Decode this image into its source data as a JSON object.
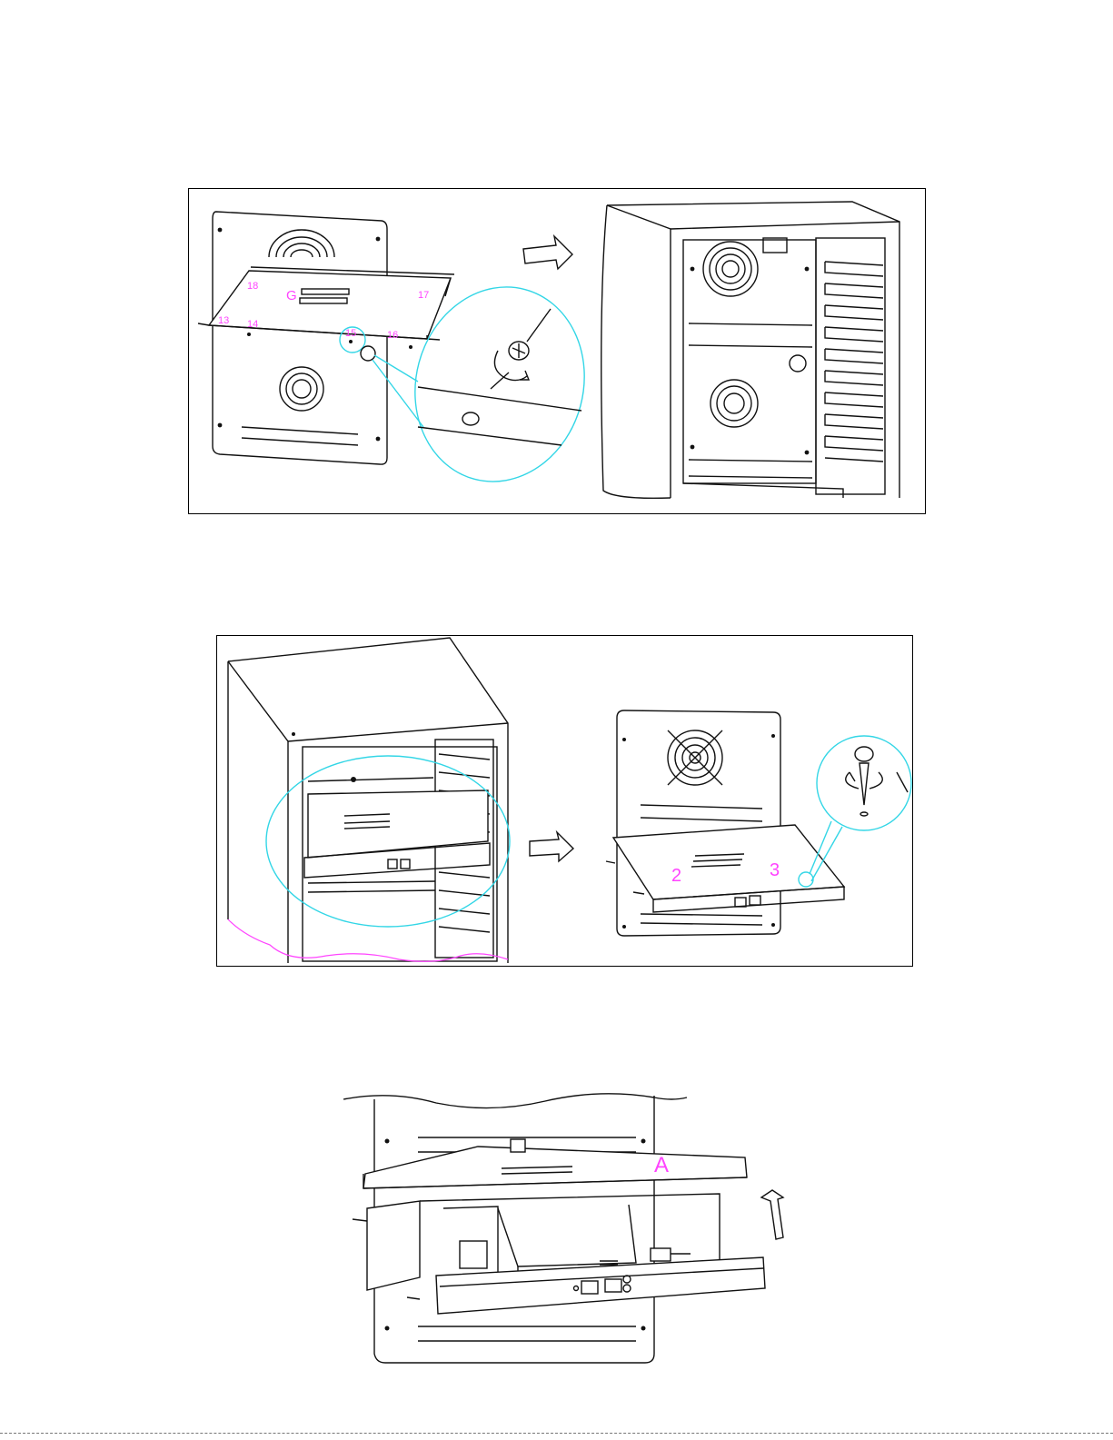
{
  "figure1": {
    "labels": [
      "18",
      "G",
      "17",
      "13",
      "14",
      "15",
      "16"
    ]
  },
  "figure2": {
    "labels": [
      "2",
      "3"
    ]
  },
  "figure3": {
    "labels": [
      "A"
    ]
  },
  "colors": {
    "line": "#111111",
    "callout": "#33d6e6",
    "label": "#ff44ff"
  }
}
